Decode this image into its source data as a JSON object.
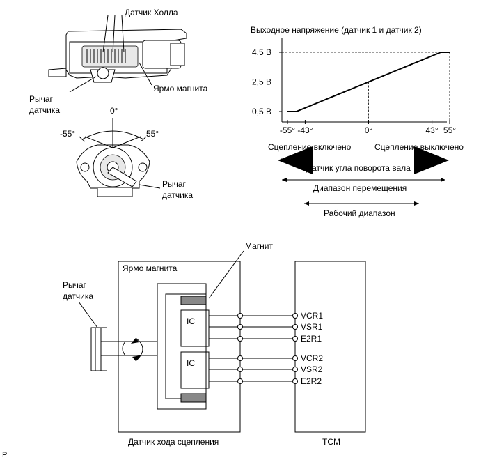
{
  "top_left": {
    "hall_sensor_label": "Датчик Холла",
    "magnet_yoke_label": "Ярмо магнита",
    "sensor_lever_label_1": "Рычаг",
    "sensor_lever_label_2": "датчика",
    "angle_zero": "0°",
    "angle_minus": "-55°",
    "angle_plus": "55°",
    "lever_label_1": "Рычаг",
    "lever_label_2": "датчика"
  },
  "chart_data": {
    "type": "line",
    "title": "Выходное напряжение (датчик 1 и датчик 2)",
    "xlabel": "",
    "ylabel": "",
    "x_ticks": [
      "-55°",
      "-43°",
      "0°",
      "43°",
      "55°"
    ],
    "x_values": [
      -55,
      -43,
      0,
      43,
      55
    ],
    "y_ticks": [
      "4,5 В",
      "2,5 В",
      "0,5 В"
    ],
    "y_values": [
      4.5,
      2.5,
      0.5
    ],
    "xlim": [
      -55,
      55
    ],
    "ylim": [
      0.5,
      4.5
    ],
    "series": [
      {
        "x": [
          -55,
          -49,
          49,
          55
        ],
        "y": [
          0.5,
          0.5,
          4.5,
          4.5
        ]
      }
    ],
    "below_axis": {
      "left_state": "Сцепление включено",
      "right_state": "Сцепление выключено",
      "shaft_sensor": "Датчик угла поворота вала",
      "travel_range": "Диапазон перемещения",
      "working_range": "Рабочий диапазон"
    }
  },
  "schematic": {
    "magnet_label": "Магнит",
    "yoke_label": "Ярмо магнита",
    "lever_label_1": "Рычаг",
    "lever_label_2": "датчика",
    "ic1_label": "IC",
    "ic2_label": "IC",
    "pins": [
      "VCR1",
      "VSR1",
      "E2R1",
      "VCR2",
      "VSR2",
      "E2R2"
    ],
    "sensor_caption": "Датчик хода сцепления",
    "tcm_caption": "TCM"
  },
  "corner_mark": "P"
}
